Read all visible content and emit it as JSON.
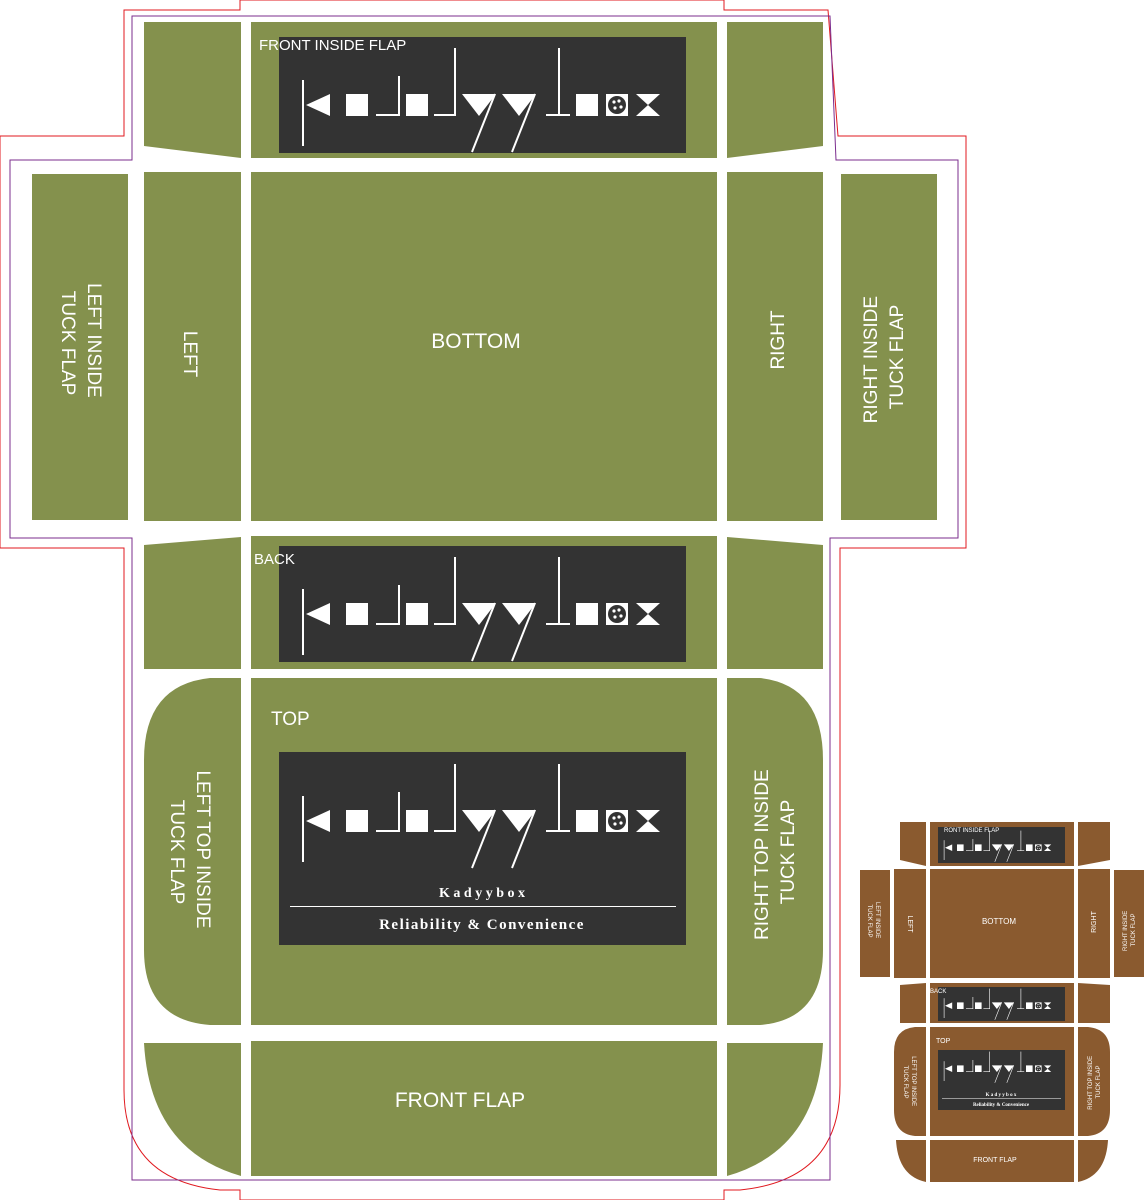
{
  "colors": {
    "main_panel": "#84914d",
    "preview_panel": "#8a5a2f",
    "logo_bar": "#333333",
    "cut_line": "#e0191f",
    "score_line": "#7b2d8e",
    "text": "#ffffff"
  },
  "main": {
    "labels": {
      "front_inside_flap": "FRONT INSIDE FLAP",
      "left_inside_tuck_flap": [
        "LEFT INSIDE",
        "TUCK FLAP"
      ],
      "left": "LEFT",
      "bottom": "BOTTOM",
      "right": "RIGHT",
      "right_inside_tuck_flap": [
        "RIGHT  INSIDE",
        "TUCK FLAP"
      ],
      "back": "BACK",
      "top": "TOP",
      "left_top_inside_tuck_flap": [
        "LEFT TOP INSIDE",
        "TUCK FLAP"
      ],
      "right_top_inside_tuck_flap": [
        "RIGHT TOP INSIDE",
        "TUCK FLAP"
      ],
      "front_flap": "FRONT FLAP"
    },
    "brand": {
      "tagline_name": "K a d y y b o x",
      "tagline_slogan": "Reliability & Convenience"
    }
  },
  "preview": {
    "labels": {
      "front_inside_flap": "RONT INSIDE FLAP",
      "left_inside_tuck_flap": [
        "LEFT INSIDE",
        "TUCK FLAP"
      ],
      "left": "LEFT",
      "bottom": "BOTTOM",
      "right": "RIGHT",
      "right_inside_tuck_flap": [
        "RIGHT INSIDE",
        "TUCK FLAP"
      ],
      "back": "BACK",
      "top": "TOP",
      "left_top_inside_tuck_flap": [
        "LEFT TOP INSIDE",
        "TUCK FLAP"
      ],
      "right_top_inside_tuck_flap": [
        "RIGHT TOP INSIDE",
        "TUCK FLAP"
      ],
      "front_flap": "FRONT FLAP"
    },
    "brand": {
      "tagline_name": "K a d y y b o x",
      "tagline_slogan": "Reliability & Convenience"
    }
  }
}
